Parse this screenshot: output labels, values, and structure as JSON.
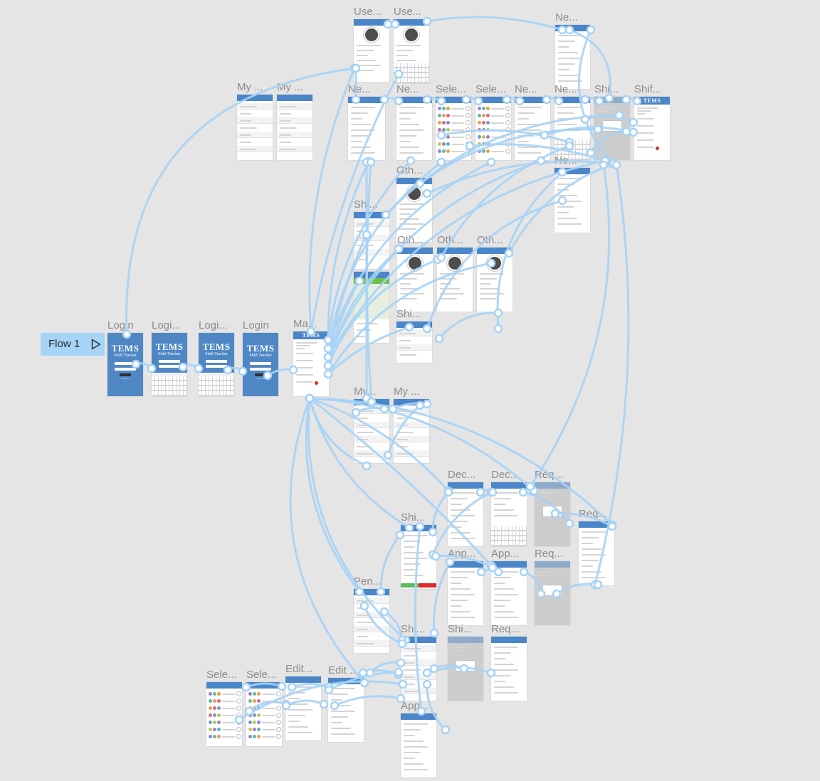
{
  "canvas": {
    "background": "#e5e5e5",
    "connector_color": "#a7d2f5",
    "screen_accent": "#4a86c8"
  },
  "flow_start": {
    "label": "Flow 1",
    "icon": "play-icon"
  },
  "login": {
    "brand": "TEMS",
    "subtitle": "Shift Tracker"
  },
  "main": {
    "brand": "TEMS"
  },
  "frames": [
    {
      "label": "Use..."
    },
    {
      "label": "Use..."
    },
    {
      "label": "Ne..."
    },
    {
      "label": "My ..."
    },
    {
      "label": "My ..."
    },
    {
      "label": "Ne..."
    },
    {
      "label": "Ne..."
    },
    {
      "label": "Sele..."
    },
    {
      "label": "Sele..."
    },
    {
      "label": "Ne..."
    },
    {
      "label": "Ne..."
    },
    {
      "label": "Shi..."
    },
    {
      "label": "Shif..."
    },
    {
      "label": "Ne..."
    },
    {
      "label": "Oth..."
    },
    {
      "label": "Shi..."
    },
    {
      "label": "Oth..."
    },
    {
      "label": "Oth..."
    },
    {
      "label": "Oth..."
    },
    {
      "label": "Shi..."
    },
    {
      "label": "Login"
    },
    {
      "label": "Logi..."
    },
    {
      "label": "Logi..."
    },
    {
      "label": "Login"
    },
    {
      "label": "Ma..."
    },
    {
      "label": "My..."
    },
    {
      "label": "My ..."
    },
    {
      "label": "Dec..."
    },
    {
      "label": "Dec..."
    },
    {
      "label": "Req..."
    },
    {
      "label": "Req..."
    },
    {
      "label": "Shi..."
    },
    {
      "label": "App..."
    },
    {
      "label": "App..."
    },
    {
      "label": "Req..."
    },
    {
      "label": "Pen..."
    },
    {
      "label": "Shi..."
    },
    {
      "label": "Shi..."
    },
    {
      "label": "Req..."
    },
    {
      "label": "Sele..."
    },
    {
      "label": "Sele..."
    },
    {
      "label": "Edit..."
    },
    {
      "label": "Edit ..."
    },
    {
      "label": "App..."
    }
  ]
}
